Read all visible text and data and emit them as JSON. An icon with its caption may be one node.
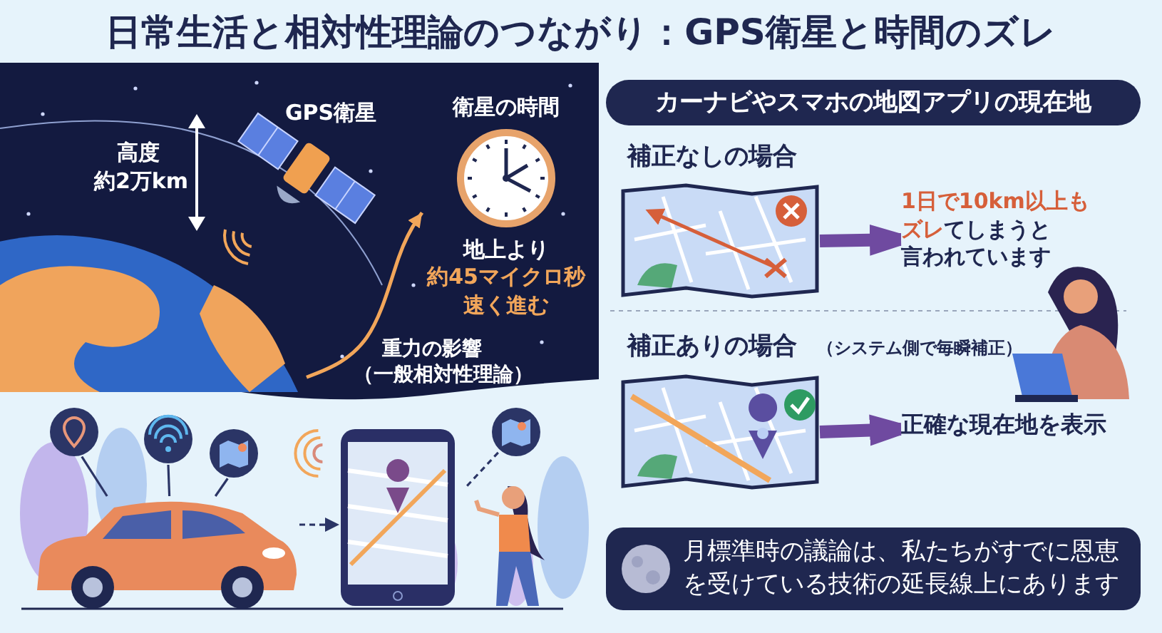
{
  "diagram": {
    "title": "日常生活と相対性理論のつながり：GPS衛星と時間のズレ",
    "nodes": [
      {
        "text": [],
        "shape": "picture"
      },
      {
        "text": [
          "衛星の時間",
          "地上より",
          "約45マイクロ秒",
          "速く進む"
        ]
      },
      {
        "text": [],
        "shape": "circle"
      },
      {
        "text": [],
        "shape": "circle"
      },
      {
        "text": [],
        "shape": "circle"
      },
      {
        "text": [],
        "shape": "picture"
      },
      {
        "text": [],
        "shape": "picture"
      },
      {
        "text": [],
        "shape": "circle"
      },
      {
        "text": [],
        "shape": "person"
      },
      {
        "text": [
          "カーナビやスマホの地図アプリの現在地"
        ]
      },
      {
        "text": [],
        "shape": "picture"
      },
      {
        "text": [
          "1日で10km以上も",
          "**ズレ**てしまうと",
          "言われています"
        ]
      },
      {
        "text": [],
        "shape": "picture"
      },
      {
        "text": [
          "正確な現在地を表示"
        ]
      },
      {
        "text": [
          "月標準時の議論は、私たちがすでに恩恵を受けている技術の延長線上にあります"
        ]
      }
    ],
    "edges": [
      {
        "from": 0,
        "to": 1,
        "arrow": "to",
        "color": "#f2a65a"
      },
      {
        "from": 2,
        "to": 5,
        "arrow": "none"
      },
      {
        "from": 3,
        "to": 5,
        "arrow": "none"
      },
      {
        "from": 4,
        "to": 5,
        "arrow": "none"
      },
      {
        "from": 5,
        "to": 6,
        "arrow": "to",
        "style": "dashed"
      },
      {
        "from": 7,
        "to": 8,
        "arrow": "none",
        "style": "dashed"
      },
      {
        "from": 10,
        "to": 11,
        "arrow": "to",
        "style": "thick",
        "color": "#6f4aa0"
      },
      {
        "from": 12,
        "to": 13,
        "arrow": "to",
        "style": "thick",
        "color": "#6f4aa0"
      }
    ],
    "labels": [
      "GPS衛星",
      "高度",
      "約2万km",
      "重力の影響",
      "（一般相対性理論）",
      "補正なしの場合",
      "補正ありの場合",
      "（システム側で毎瞬補正）"
    ]
  }
}
